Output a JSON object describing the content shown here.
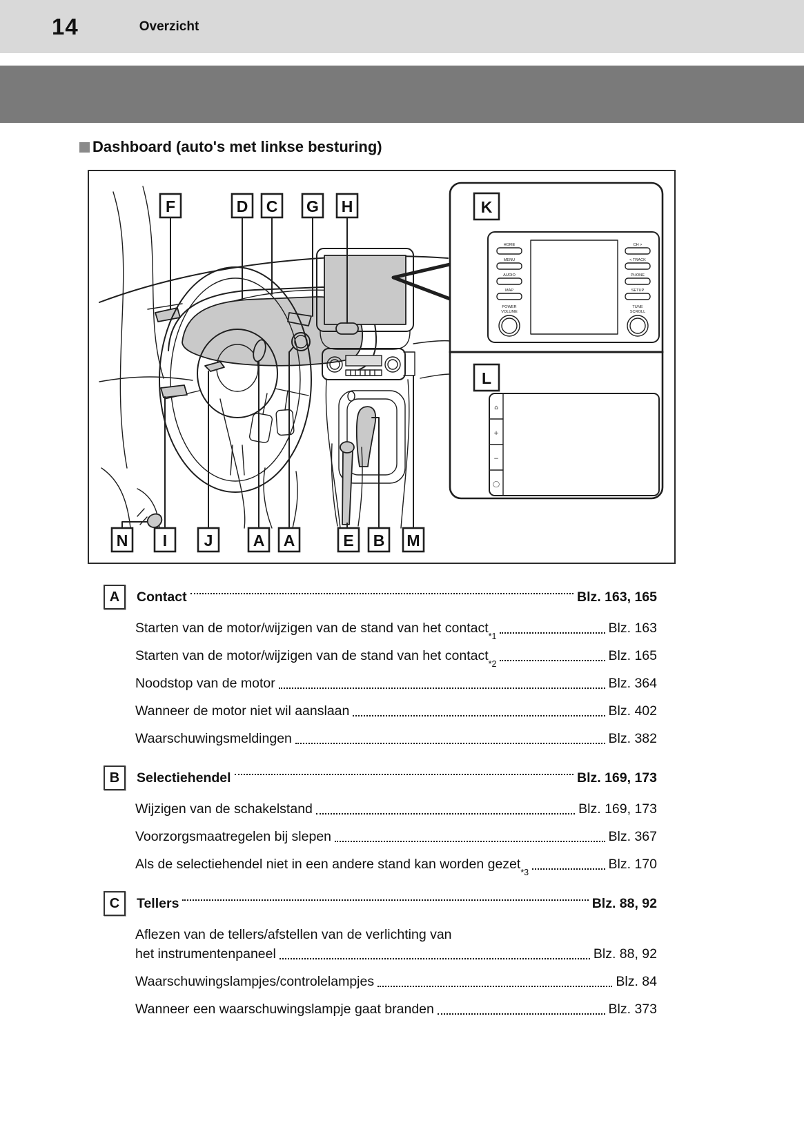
{
  "page_header": {
    "page_number": "14",
    "section": "Overzicht"
  },
  "heading": {
    "text": "Dashboard (auto's met linkse besturing)"
  },
  "diagram": {
    "top_labels": [
      "F",
      "D",
      "C",
      "G",
      "H"
    ],
    "bottom_labels": [
      "N",
      "I",
      "J",
      "A",
      "A",
      "E",
      "B",
      "M"
    ],
    "callout_labels": {
      "k": "K",
      "l": "L"
    },
    "k_panel": {
      "left_buttons": [
        "HOME",
        "MENU",
        "AUDIO",
        "MAP"
      ],
      "left_knob": [
        "POWER",
        "VOLUME"
      ],
      "right_buttons": [
        "CH >",
        "< TRACK",
        "PHONE",
        "SETUP"
      ],
      "right_knob": [
        "TUNE",
        "SCROLL"
      ]
    },
    "l_panel": {
      "icons": [
        "⌂",
        "+",
        "−",
        "◯"
      ]
    }
  },
  "toc": {
    "sections": [
      {
        "letter": "A",
        "title": "Contact",
        "pages": "Blz. 163, 165",
        "entries": [
          {
            "text": "Starten van de motor/wijzigen van de stand van het contact",
            "sup": "*1",
            "pages": "Blz. 163"
          },
          {
            "text": "Starten van de motor/wijzigen van de stand van het contact",
            "sup": "*2",
            "pages": "Blz. 165"
          },
          {
            "text": "Noodstop van de motor",
            "pages": "Blz. 364"
          },
          {
            "text": "Wanneer de motor niet wil aanslaan",
            "pages": "Blz. 402"
          },
          {
            "text": "Waarschuwingsmeldingen",
            "pages": "Blz. 382"
          }
        ]
      },
      {
        "letter": "B",
        "title": "Selectiehendel",
        "pages": "Blz. 169, 173",
        "entries": [
          {
            "text": "Wijzigen van de schakelstand",
            "pages": "Blz. 169, 173"
          },
          {
            "text": "Voorzorgsmaatregelen bij slepen",
            "pages": "Blz. 367"
          },
          {
            "text": "Als de selectiehendel niet in een andere stand kan worden gezet",
            "sup": "*3",
            "pages": "Blz. 170"
          }
        ]
      },
      {
        "letter": "C",
        "title": "Tellers",
        "pages": "Blz. 88, 92",
        "entries": [
          {
            "pre_line": "Aflezen van de tellers/afstellen van de verlichting van",
            "text": "het instrumentenpaneel",
            "pages": "Blz. 88, 92"
          },
          {
            "text": "Waarschuwingslampjes/controlelampjes",
            "pages": "Blz. 84"
          },
          {
            "text": "Wanneer een waarschuwingslampje gaat branden",
            "pages": "Blz. 373"
          }
        ]
      }
    ]
  }
}
